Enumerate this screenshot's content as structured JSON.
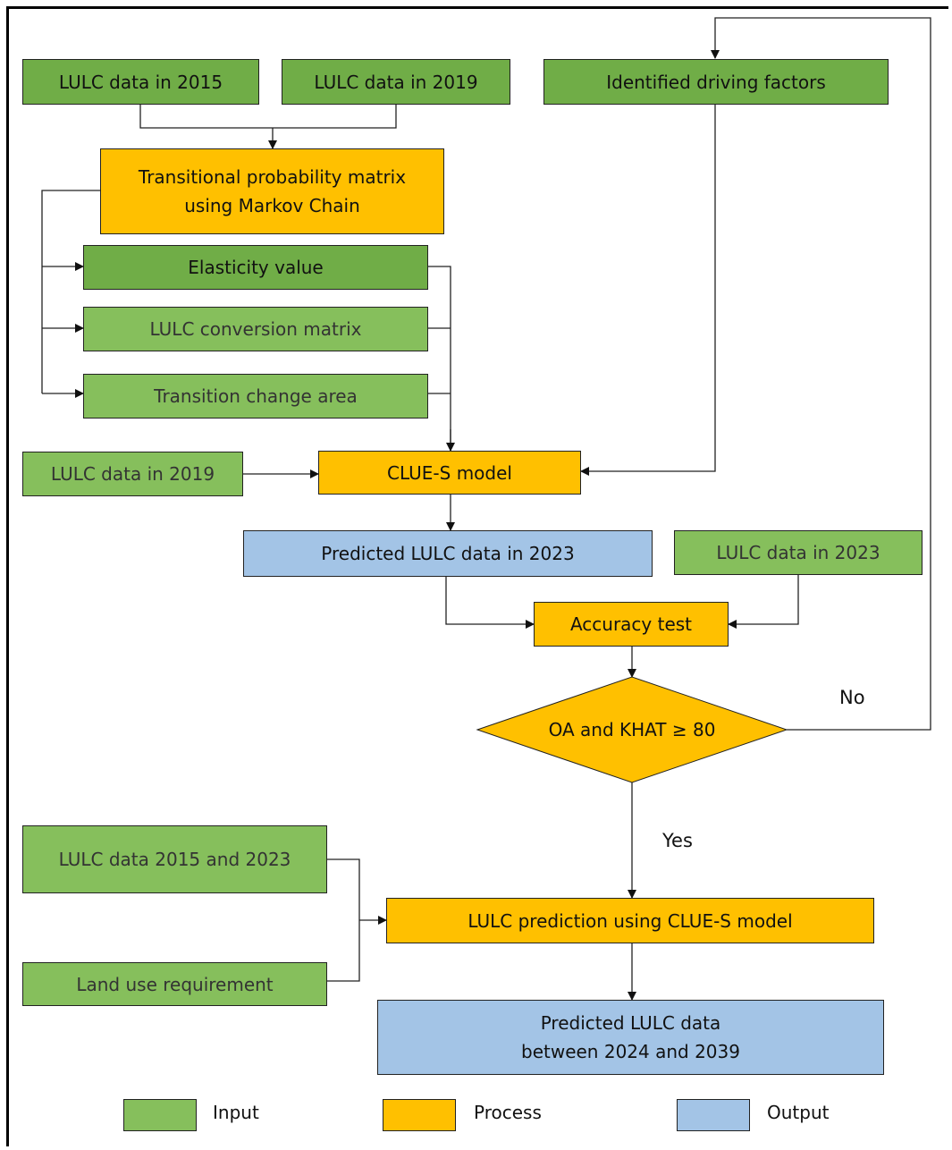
{
  "nodes": {
    "lulc_2015": "LULC data in 2015",
    "lulc_2019_top": "LULC data in 2019",
    "driving_factors": "Identified driving factors",
    "markov": "Transitional probability matrix\nusing Markov Chain",
    "elasticity": "Elasticity value",
    "conversion": "LULC conversion matrix",
    "transition_area": "Transition change area",
    "lulc_2019_mid": "LULC data in 2019",
    "clue_s": "CLUE-S model",
    "predicted_2023": "Predicted LULC data in 2023",
    "lulc_2023": "LULC data in 2023",
    "accuracy": "Accuracy test",
    "decision": "OA and KHAT ≥ 80",
    "lulc_2015_2023": "LULC data 2015 and 2023",
    "land_use_req": "Land use requirement",
    "prediction": "LULC prediction using CLUE-S model",
    "predicted_2024_2039": "Predicted LULC data\nbetween 2024 and 2039"
  },
  "edge_labels": {
    "no": "No",
    "yes": "Yes"
  },
  "legend": {
    "input": "Input",
    "process": "Process",
    "output": "Output"
  },
  "colors": {
    "input": "#70ad47",
    "process": "#ffc000",
    "output": "#a3c4e6",
    "line": "#222222"
  }
}
